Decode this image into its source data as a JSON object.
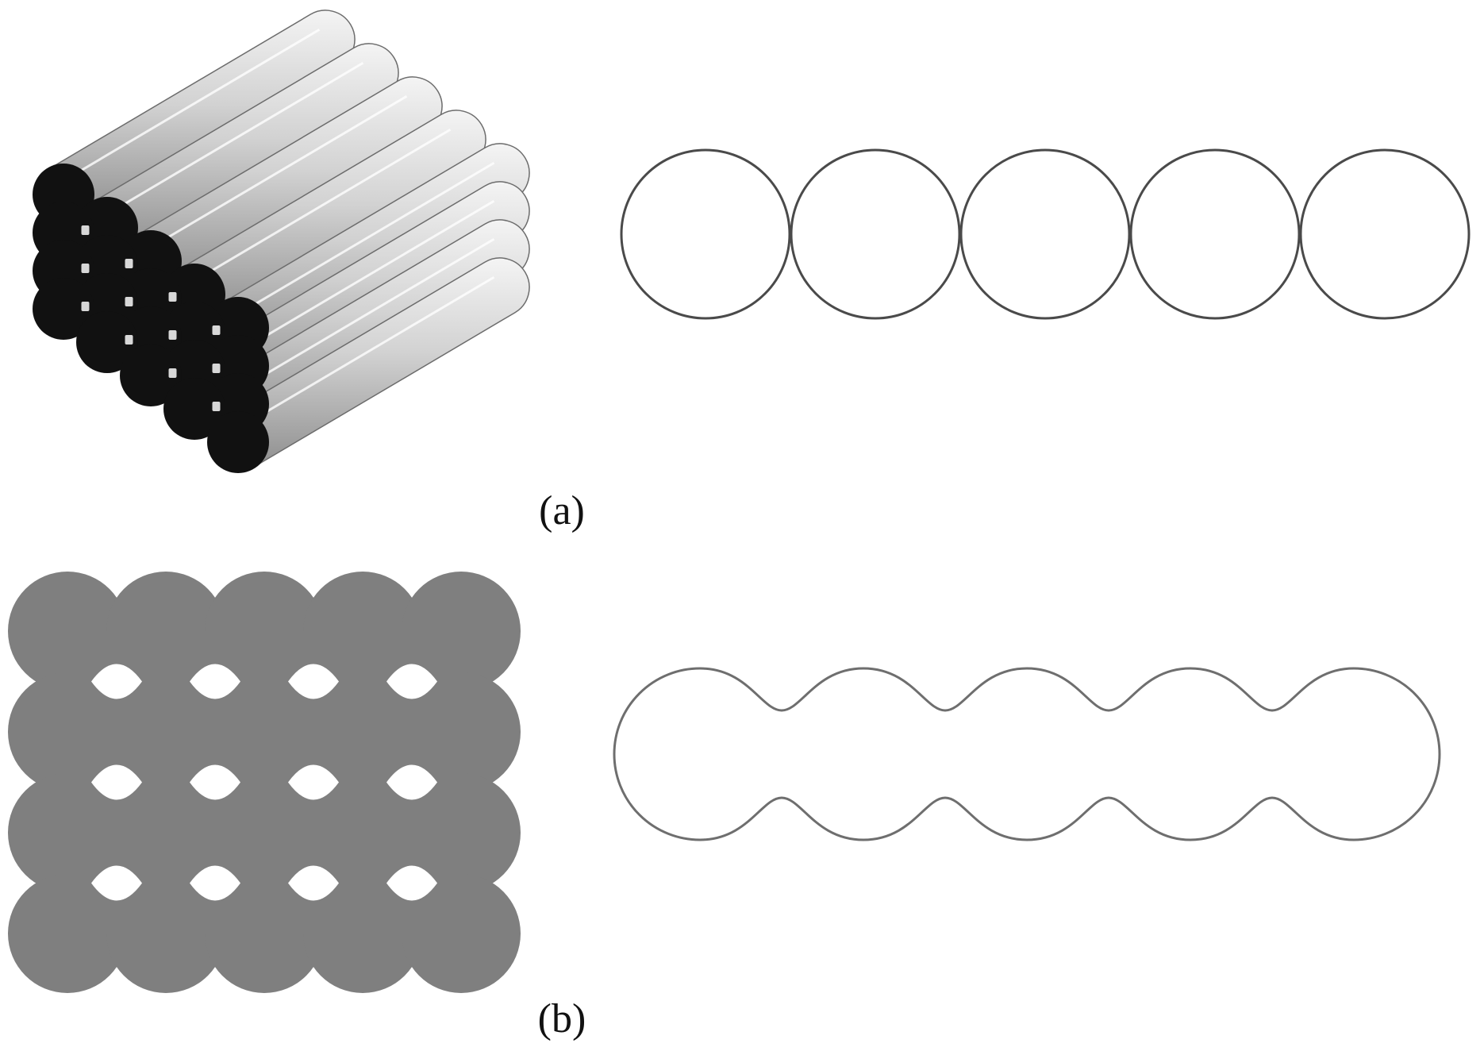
{
  "panels": [
    {
      "label": "(a)"
    },
    {
      "label": "(b)"
    }
  ],
  "counts": {
    "columns": 5,
    "rows": 4
  },
  "colors": {
    "background": "#ffffff",
    "rod_light": "#f2f2f2",
    "rod_mid": "#c6c6c6",
    "rod_dark": "#8a8a8a",
    "rod_end_face": "#111111",
    "pore": "#d8d8d8",
    "section_fill": "#7f7f7f",
    "outline_a": "#4a4a4a",
    "outline_b": "#6e6e6e"
  },
  "icons": [
    "rod-bundle-3d-icon",
    "sintered-section-icon"
  ]
}
